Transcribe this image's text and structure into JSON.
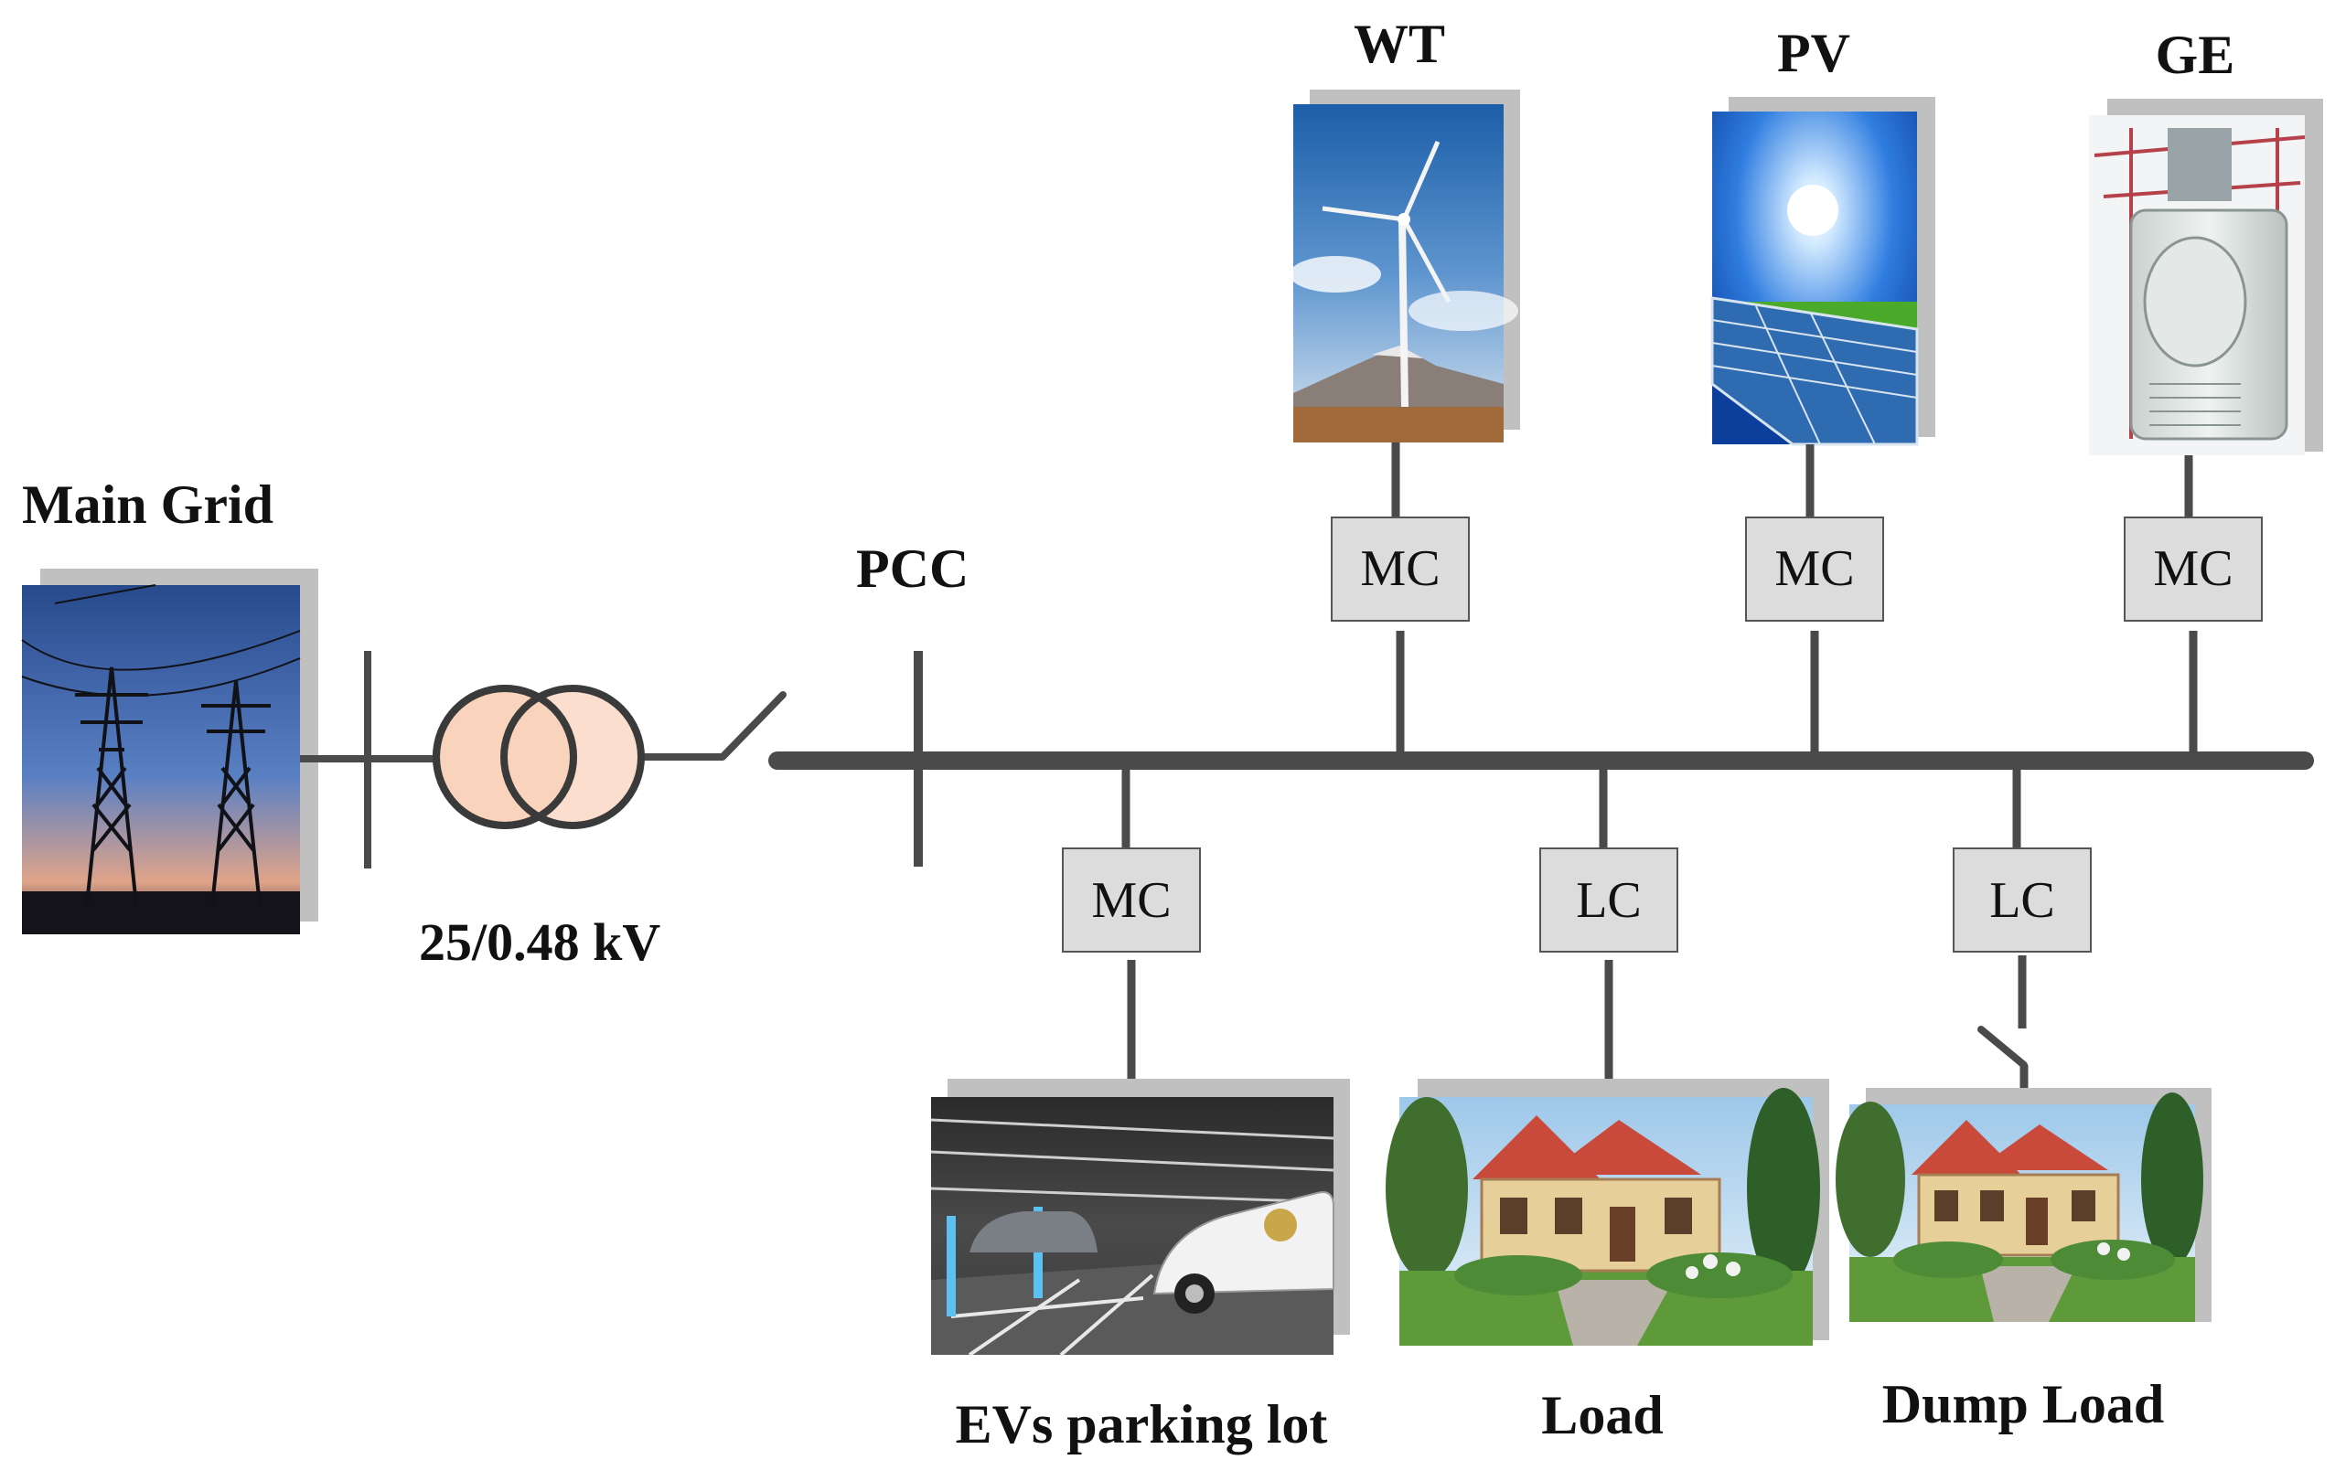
{
  "labels": {
    "main_grid": "Main Grid",
    "transformer": "25/0.48 kV",
    "pcc": "PCC",
    "wt": "WT",
    "pv": "PV",
    "ge": "GE",
    "evs": "EVs parking lot",
    "load": "Load",
    "dump_load": "Dump Load"
  },
  "controllers": {
    "wt": "MC",
    "pv": "MC",
    "ge": "MC",
    "evs": "MC",
    "load": "LC",
    "dump_load": "LC"
  },
  "icons": {
    "main_grid": "power-transmission-tower-icon",
    "wt": "wind-turbine-icon",
    "pv": "solar-panel-icon",
    "ge": "generator-icon",
    "evs": "electric-vehicle-parking-icon",
    "load": "house-icon",
    "dump_load": "house-icon"
  },
  "colors": {
    "bus": "#4a4a4a",
    "transformer_fill": "#f9d3bc",
    "controller_fill": "#dcdcdc",
    "shadow": "#c0c0c0"
  }
}
